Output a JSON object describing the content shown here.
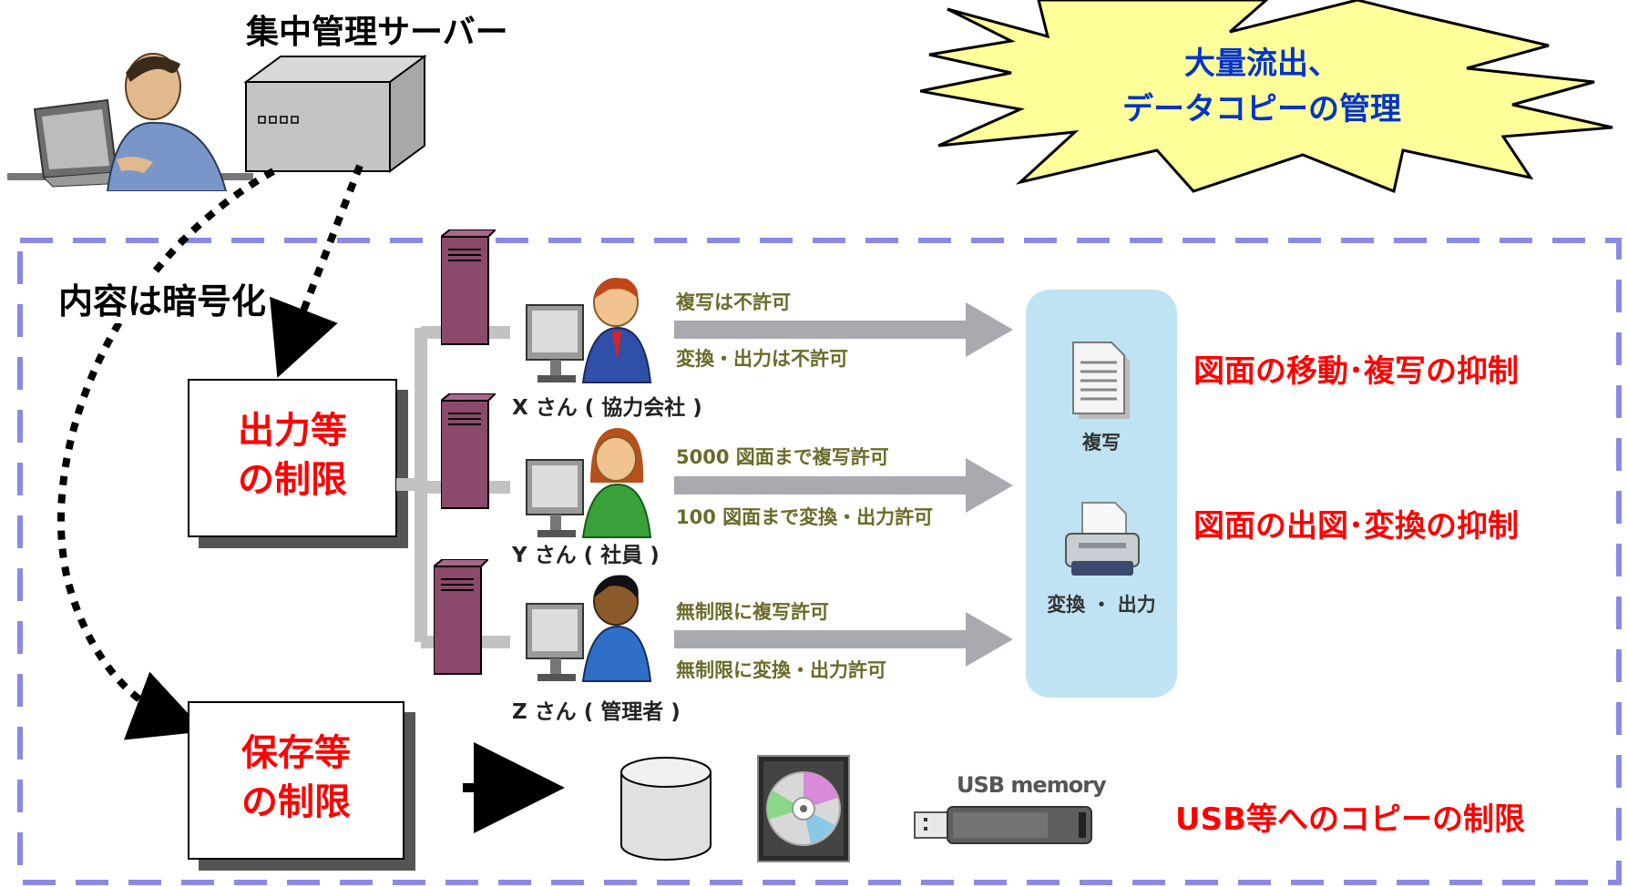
{
  "header": {
    "server_title": "集中管理サーバー",
    "burst_line1": "大量流出、",
    "burst_line2": "データコピーの管理"
  },
  "encryption_label": "内容は暗号化",
  "restrictions": {
    "output_line1": "出力等",
    "output_line2": "の制限",
    "save_line1": "保存等",
    "save_line2": "の制限"
  },
  "users": [
    {
      "name": "X さん ( 協力会社 )",
      "rule1": "複写は不許可",
      "rule2": "変換・出力は不許可"
    },
    {
      "name": "Y さん ( 社員 )",
      "rule1": "5000 図面まで複写許可",
      "rule2": "100 図面まで変換・出力許可"
    },
    {
      "name": "Z さん ( 管理者 )",
      "rule1": "無制限に複写許可",
      "rule2": "無制限に変換・出力許可"
    }
  ],
  "actions": {
    "copy_label": "複写",
    "convert_label": "変換 ・ 出力"
  },
  "usb_label": "USB memory",
  "right_labels": {
    "line1": "図面の移動･複写の抑制",
    "line2": "図面の出図･変換の抑制",
    "line3": "USB等へのコピーの制限"
  },
  "colors": {
    "accent_red": "#ff0000",
    "dashed_border": "#8a8ae6",
    "burst_fill": "#ffff99",
    "burst_text": "#0033cc",
    "panel_blue": "#bfe3f2",
    "server_tower": "#8b4a6b"
  }
}
